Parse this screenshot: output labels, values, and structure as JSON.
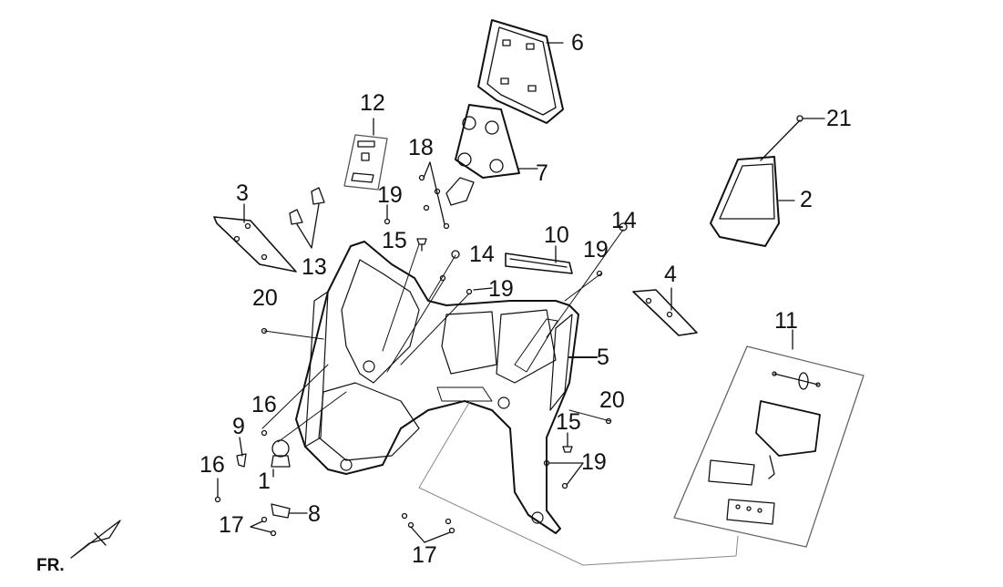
{
  "diagram": {
    "direction_label": "FR.",
    "callouts": [
      {
        "id": "c1",
        "text": "1"
      },
      {
        "id": "c2",
        "text": "2"
      },
      {
        "id": "c3",
        "text": "3"
      },
      {
        "id": "c4",
        "text": "4"
      },
      {
        "id": "c5",
        "text": "5"
      },
      {
        "id": "c6",
        "text": "6"
      },
      {
        "id": "c7",
        "text": "7"
      },
      {
        "id": "c8",
        "text": "8"
      },
      {
        "id": "c9",
        "text": "9"
      },
      {
        "id": "c10",
        "text": "10"
      },
      {
        "id": "c11",
        "text": "11"
      },
      {
        "id": "c12",
        "text": "12"
      },
      {
        "id": "c13",
        "text": "13"
      },
      {
        "id": "c14a",
        "text": "14"
      },
      {
        "id": "c14b",
        "text": "14"
      },
      {
        "id": "c15a",
        "text": "15"
      },
      {
        "id": "c15b",
        "text": "15"
      },
      {
        "id": "c16a",
        "text": "16"
      },
      {
        "id": "c16b",
        "text": "16"
      },
      {
        "id": "c17a",
        "text": "17"
      },
      {
        "id": "c17b",
        "text": "17"
      },
      {
        "id": "c18",
        "text": "18"
      },
      {
        "id": "c19a",
        "text": "19"
      },
      {
        "id": "c19b",
        "text": "19"
      },
      {
        "id": "c19c",
        "text": "19"
      },
      {
        "id": "c19d",
        "text": "19"
      },
      {
        "id": "c20a",
        "text": "20"
      },
      {
        "id": "c20b",
        "text": "20"
      },
      {
        "id": "c21",
        "text": "21"
      }
    ]
  }
}
